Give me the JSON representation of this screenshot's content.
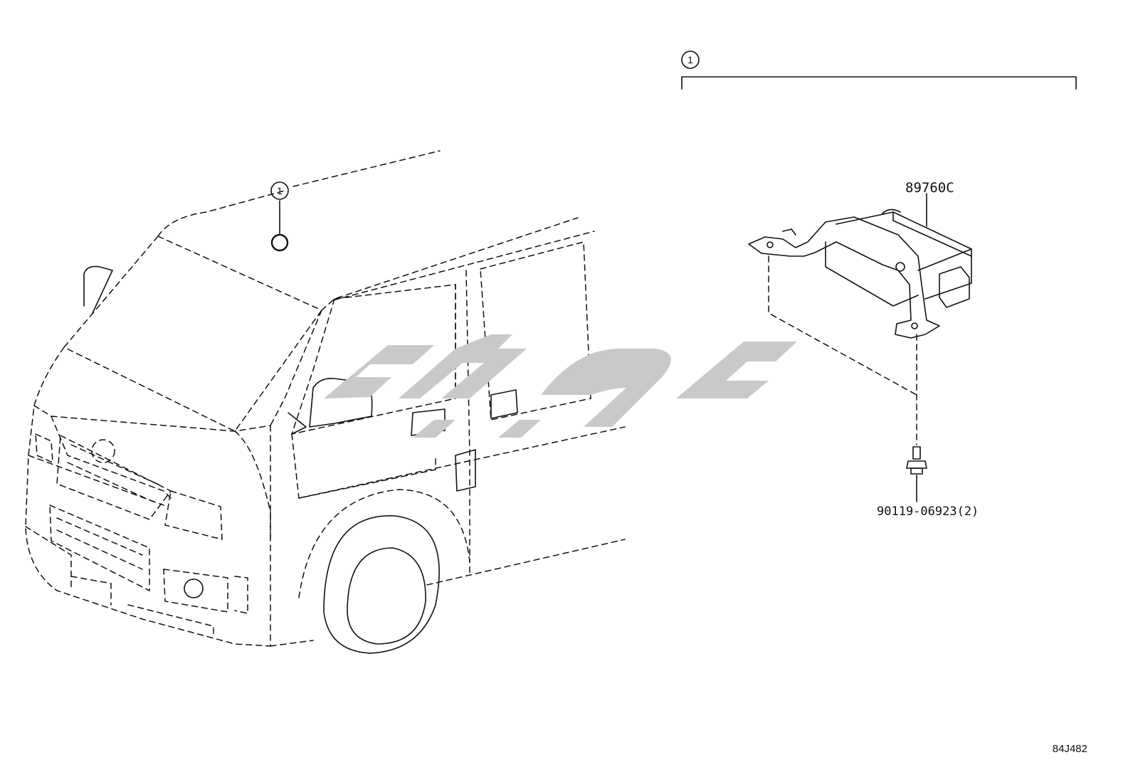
{
  "diagram": {
    "callouts": [
      {
        "number": "1"
      },
      {
        "number": "1"
      }
    ],
    "parts": [
      {
        "part_number": "89760C"
      },
      {
        "part_number": "90119-06923(2)"
      }
    ],
    "figure_code": "84J482",
    "colors": {
      "line": "#111111",
      "watermark": "#c9c9c9",
      "background": "#ffffff"
    }
  }
}
